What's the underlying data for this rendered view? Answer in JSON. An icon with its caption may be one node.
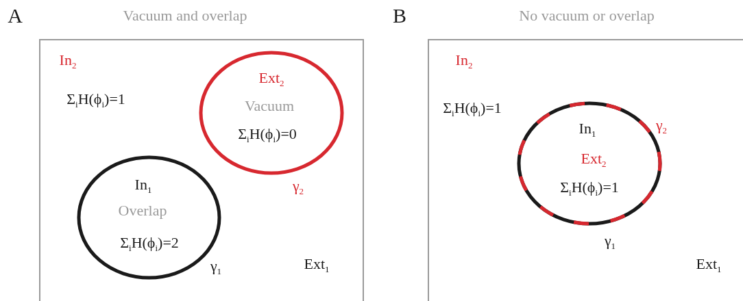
{
  "diagram": {
    "nodes": [
      {
        "text": [
          "Vacuum and overlap",
          "In$_{2}$",
          "Σ$_{i}$H(ϕ$_{i}$)=1",
          "Ext$_{1}$"
        ]
      },
      {
        "text": [
          "Ext$_{2}$",
          "Vacuum",
          "Σ$_{i}$H(ϕ$_{i}$)=0"
        ],
        "in": 0,
        "beside": [
          "γ$_{2}$"
        ]
      },
      {
        "text": [
          "In$_{1}$",
          "Overlap",
          "Σ$_{i}$H(ϕ$_{i}$)=2"
        ],
        "in": 0,
        "beside": [
          "γ$_{1}$"
        ]
      },
      {
        "text": [
          "No vacuum or overlap",
          "In$_{2}$",
          "Σ$_{i}$H(ϕ$_{i}$)=1",
          "Ext$_{1}$"
        ]
      },
      {
        "text": [
          "In$_{1}$",
          "Ext$_{2}$",
          "Σ$_{i}$H(ϕ$_{i}$)=1"
        ],
        "in": 3,
        "beside": [
          "γ$_{2}$",
          "γ$_{1}$"
        ]
      }
    ],
    "labels": [
      "A",
      "B"
    ]
  }
}
